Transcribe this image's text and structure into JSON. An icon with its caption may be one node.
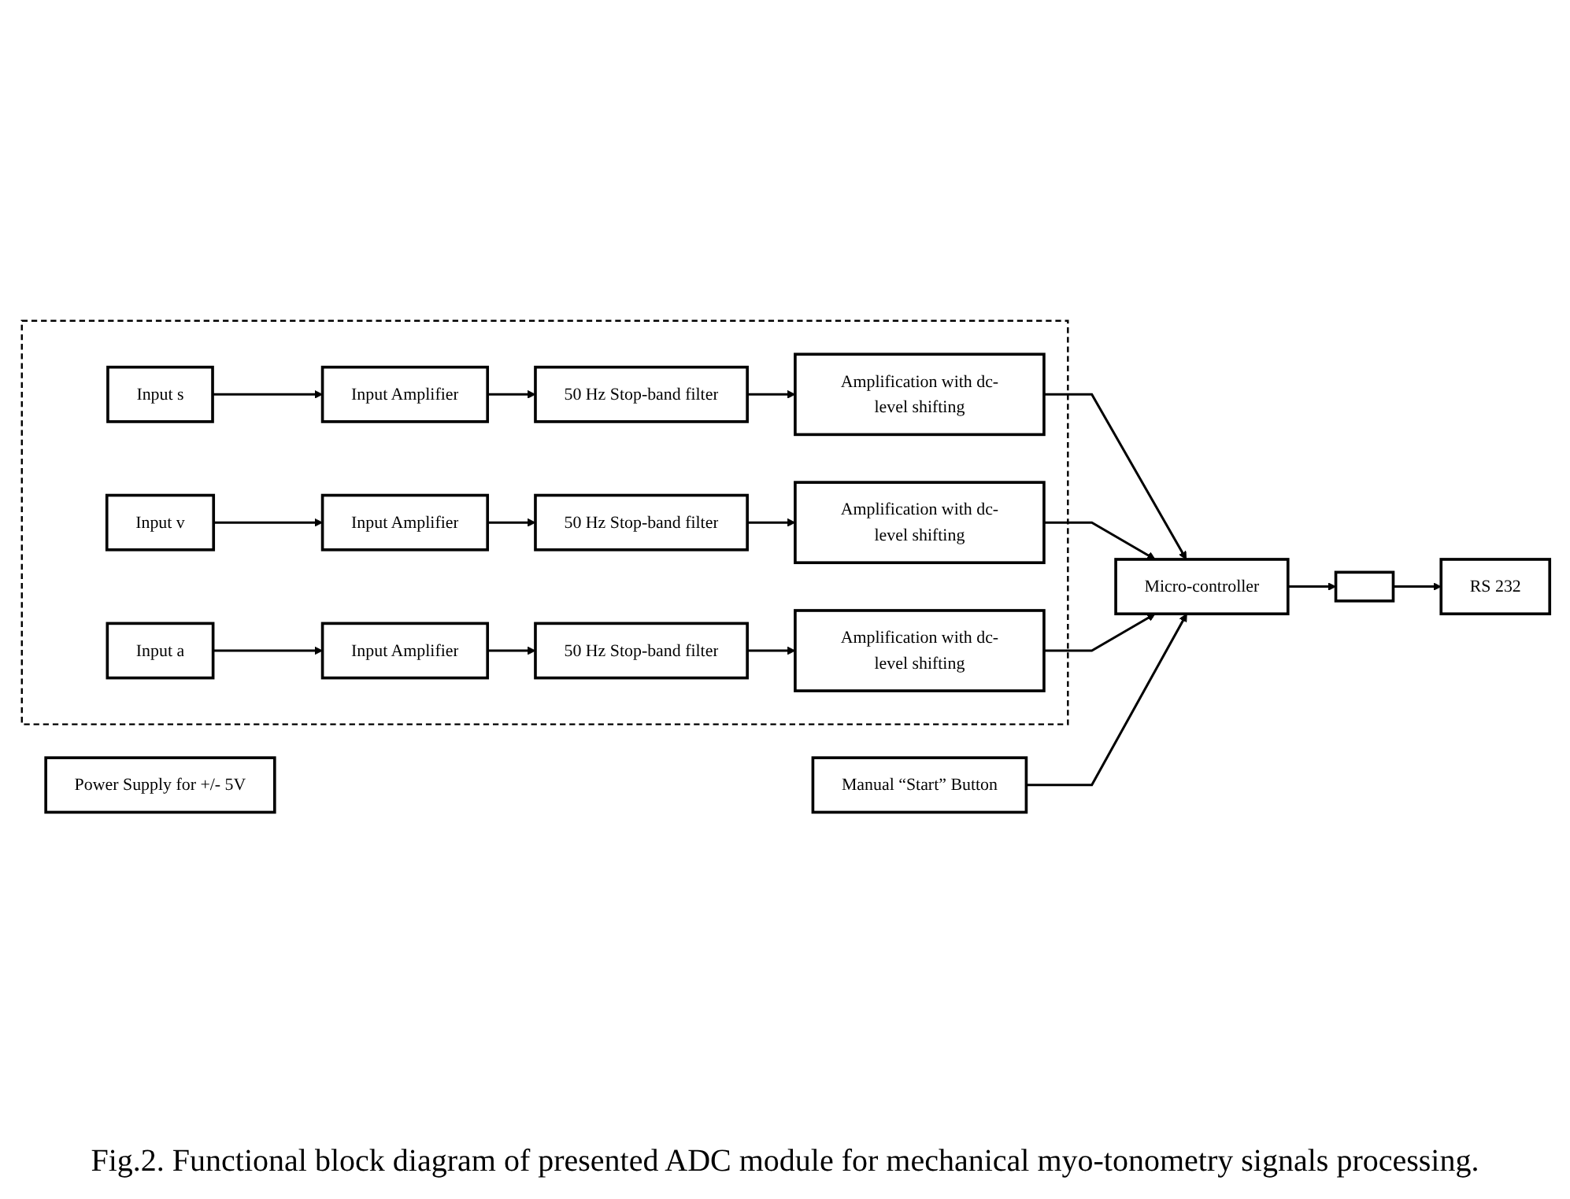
{
  "diagram": {
    "caption": "Fig.2. Functional block diagram of presented ADC module for mechanical myo-tonometry signals processing.",
    "nodes": [
      {
        "text": [
          "Power Supply for +/- 5V"
        ]
      },
      {
        "text": [
          "Manual “Start” Button"
        ]
      },
      {
        "text": [],
        "shape": "box"
      },
      {
        "text": [
          "Input s"
        ],
        "in": 2
      },
      {
        "text": [
          "Input Amplifier"
        ],
        "in": 2
      },
      {
        "text": [
          "50 Hz Stop-band filter"
        ],
        "in": 2
      },
      {
        "text": [
          "Amplification with dc-level shifting"
        ],
        "in": 2
      },
      {
        "text": [
          "Input v"
        ],
        "in": 2
      },
      {
        "text": [
          "Input Amplifier"
        ],
        "in": 2
      },
      {
        "text": [
          "50 Hz Stop-band filter"
        ],
        "in": 2
      },
      {
        "text": [
          "Amplification with dc-level shifting"
        ],
        "in": 2
      },
      {
        "text": [
          "Input a"
        ],
        "in": 2
      },
      {
        "text": [
          "Input Amplifier"
        ],
        "in": 2
      },
      {
        "text": [
          "50 Hz Stop-band filter"
        ],
        "in": 2
      },
      {
        "text": [
          "Amplification with dc-level shifting"
        ],
        "in": 2
      },
      {
        "text": [
          "Micro-controller"
        ]
      },
      {
        "text": [],
        "shape": "box"
      },
      {
        "text": [
          "RS 232"
        ]
      }
    ],
    "edges": [
      {
        "from": 3,
        "to": 4,
        "arrow": "to"
      },
      {
        "from": 4,
        "to": 5,
        "arrow": "to"
      },
      {
        "from": 5,
        "to": 6,
        "arrow": "to"
      },
      {
        "from": 6,
        "to": 15,
        "arrow": "to"
      },
      {
        "from": 7,
        "to": 8,
        "arrow": "to"
      },
      {
        "from": 8,
        "to": 9,
        "arrow": "to"
      },
      {
        "from": 9,
        "to": 10,
        "arrow": "to"
      },
      {
        "from": 10,
        "to": 15,
        "arrow": "to"
      },
      {
        "from": 11,
        "to": 12,
        "arrow": "to"
      },
      {
        "from": 12,
        "to": 13,
        "arrow": "to"
      },
      {
        "from": 13,
        "to": 14,
        "arrow": "to"
      },
      {
        "from": 14,
        "to": 15,
        "arrow": "to"
      },
      {
        "from": 1,
        "to": 15,
        "arrow": "to"
      },
      {
        "from": 15,
        "to": 16,
        "arrow": "to"
      },
      {
        "from": 16,
        "to": 17,
        "arrow": "to"
      }
    ]
  }
}
